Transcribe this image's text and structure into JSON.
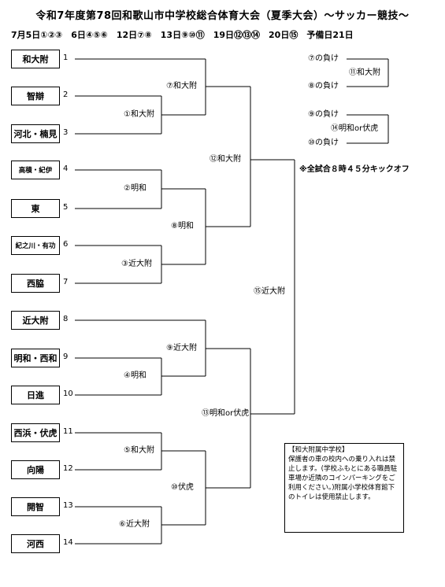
{
  "title": "令和7年度第78回和歌山市中学校総合体育大会（夏季大会）～サッカー競技～",
  "schedule": "7月5日①②③　6日④⑤⑥　12日⑦⑧　13日⑨⑩⑪　19日⑫⑬⑭　20日⑮　予備日21日",
  "teams": [
    {
      "name": "和大附",
      "seed": "1"
    },
    {
      "name": "智辯",
      "seed": "2"
    },
    {
      "name": "河北・楠見",
      "seed": "3"
    },
    {
      "name": "高積・紀伊",
      "seed": "4"
    },
    {
      "name": "東",
      "seed": "5"
    },
    {
      "name": "紀之川・有功",
      "seed": "6"
    },
    {
      "name": "西脇",
      "seed": "7"
    },
    {
      "name": "近大附",
      "seed": "8"
    },
    {
      "name": "明和・西和",
      "seed": "9"
    },
    {
      "name": "日進",
      "seed": "10"
    },
    {
      "name": "西浜・伏虎",
      "seed": "11"
    },
    {
      "name": "向陽",
      "seed": "12"
    },
    {
      "name": "開智",
      "seed": "13"
    },
    {
      "name": "河西",
      "seed": "14"
    }
  ],
  "matches": {
    "m1": "①和大附",
    "m2": "②明和",
    "m3": "③近大附",
    "m4": "④明和",
    "m5": "⑤和大附",
    "m6": "⑥近大附",
    "m7": "⑦和大附",
    "m8": "⑧明和",
    "m9": "⑨近大附",
    "m10": "⑩伏虎",
    "m12": "⑫和大附",
    "m13": "⑬明和or伏虎",
    "m15": "⑮近大附"
  },
  "consolation": {
    "a_top": "⑦の負け",
    "a_bottom": "⑧の負け",
    "a_result": "⑪和大附",
    "b_top": "⑨の負け",
    "b_bottom": "⑩の負け",
    "b_result": "⑭明和or伏虎"
  },
  "kickoff_note": "※全試合８時４５分キックオフ",
  "notice": {
    "heading": "【和大附属中学校】",
    "body": "保護者の車の校内への乗り入れは禁止します。(学校ふもとにある職員駐車場か近隣のコインパーキングをご利用ください。)附属小学校体育館下のトイレは使用禁止します。"
  }
}
